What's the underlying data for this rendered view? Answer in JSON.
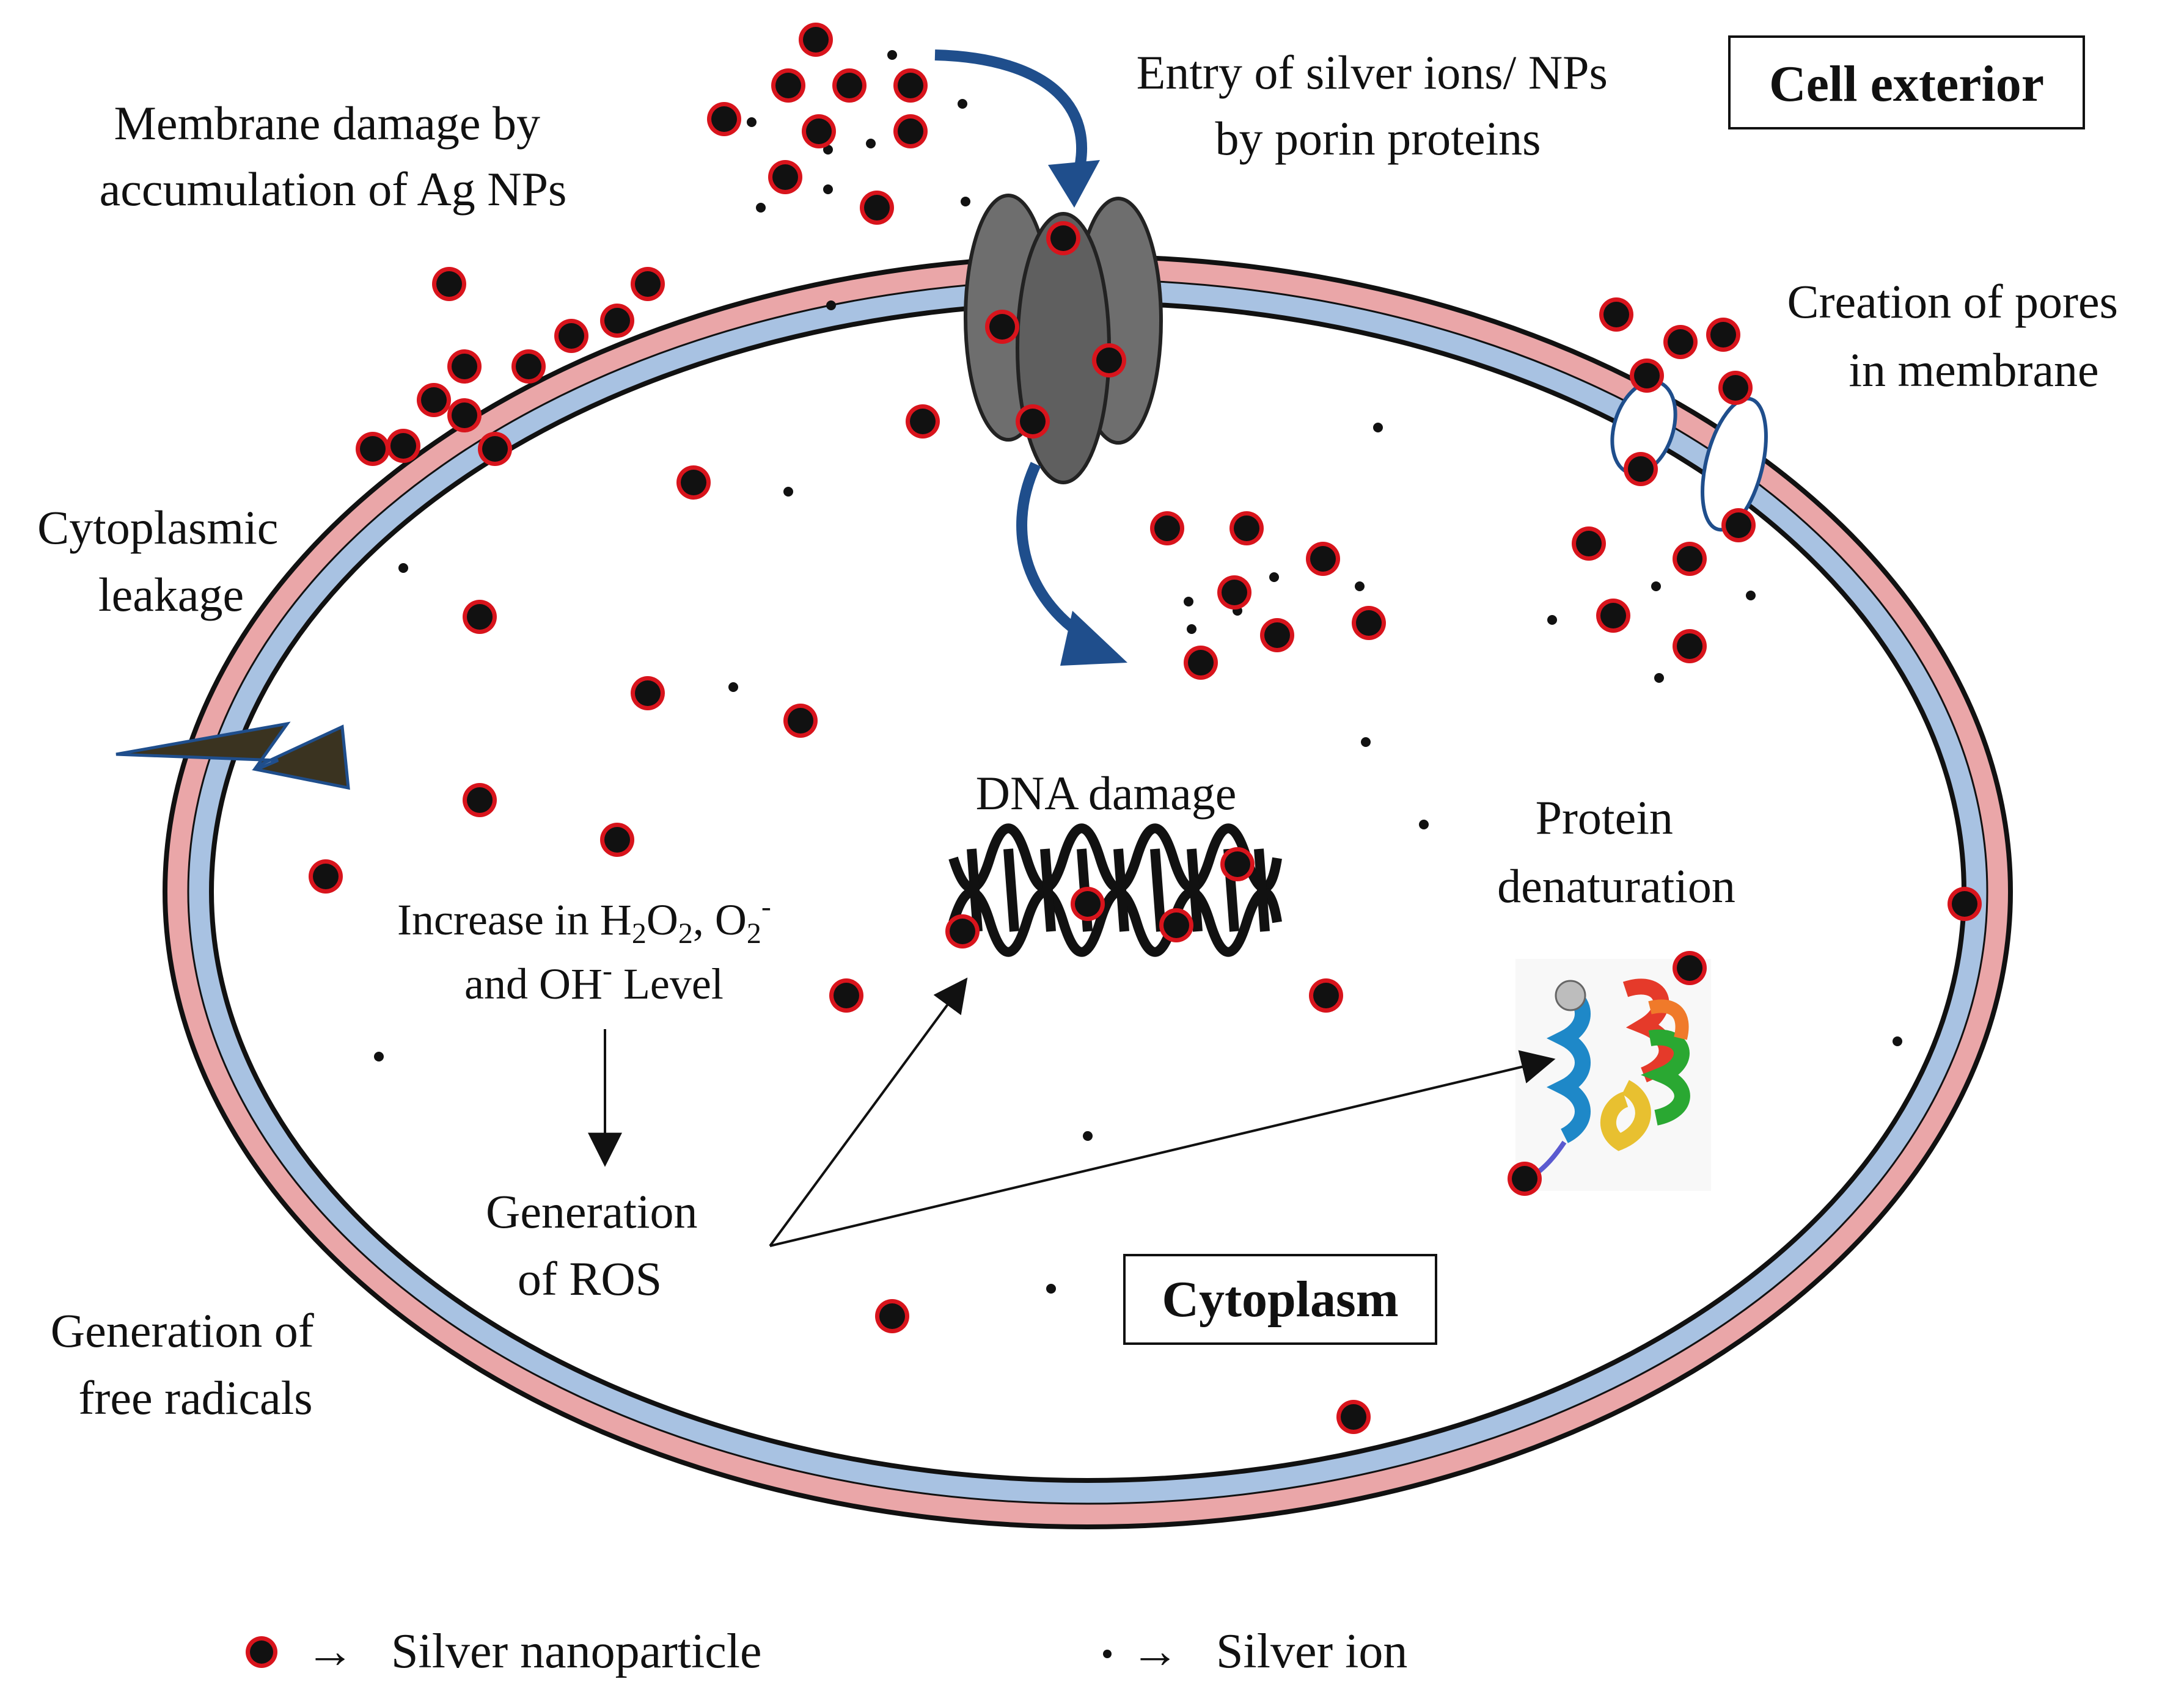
{
  "labels": {
    "membrane_damage": [
      "Membrane damage by",
      "accumulation of Ag NPs"
    ],
    "entry": [
      "Entry of silver ions/ NPs",
      "by porin proteins"
    ],
    "cell_exterior": "Cell exterior",
    "creation_pores": [
      "Creation of pores",
      "in  membrane"
    ],
    "cytoplasmic_leakage": [
      "Cytoplasmic",
      "leakage"
    ],
    "dna_damage": "DNA damage",
    "protein_denaturation": [
      "Protein",
      "denaturation"
    ],
    "ros_increase_line1": {
      "prefix": "Increase in H",
      "sub1": "2",
      "mid1": "O",
      "sub2": "2",
      "mid2": ", O",
      "sub3": "2",
      "sup1": "-"
    },
    "ros_increase_line2": {
      "prefix": "and OH",
      "sup1": "-",
      "suffix": " Level"
    },
    "generation_ros": [
      "Generation",
      "of ROS"
    ],
    "free_radicals": [
      "Generation of",
      "free radicals"
    ],
    "cytoplasm": "Cytoplasm"
  },
  "legend": {
    "nanoparticle_arrow": "→",
    "nanoparticle": "Silver nanoparticle",
    "ion_arrow": "→",
    "ion": "Silver ion"
  },
  "colors": {
    "outer_membrane": "#eaa6a8",
    "inner_membrane": "#a8c2e2",
    "nanoparticle_fill": "#111111",
    "nanoparticle_ring": "#d8141c",
    "porin": "#6e6e6e",
    "flow_arrow": "#1f4e8c",
    "leak_bolt": "#3a3320"
  },
  "icons": {
    "nanoparticle": "red-ringed-black-dot",
    "ion": "small-black-dot",
    "porin": "gray-ellipses-channel",
    "dna": "double-helix",
    "protein": "ribbon-protein",
    "leak": "lightning-bolt"
  }
}
